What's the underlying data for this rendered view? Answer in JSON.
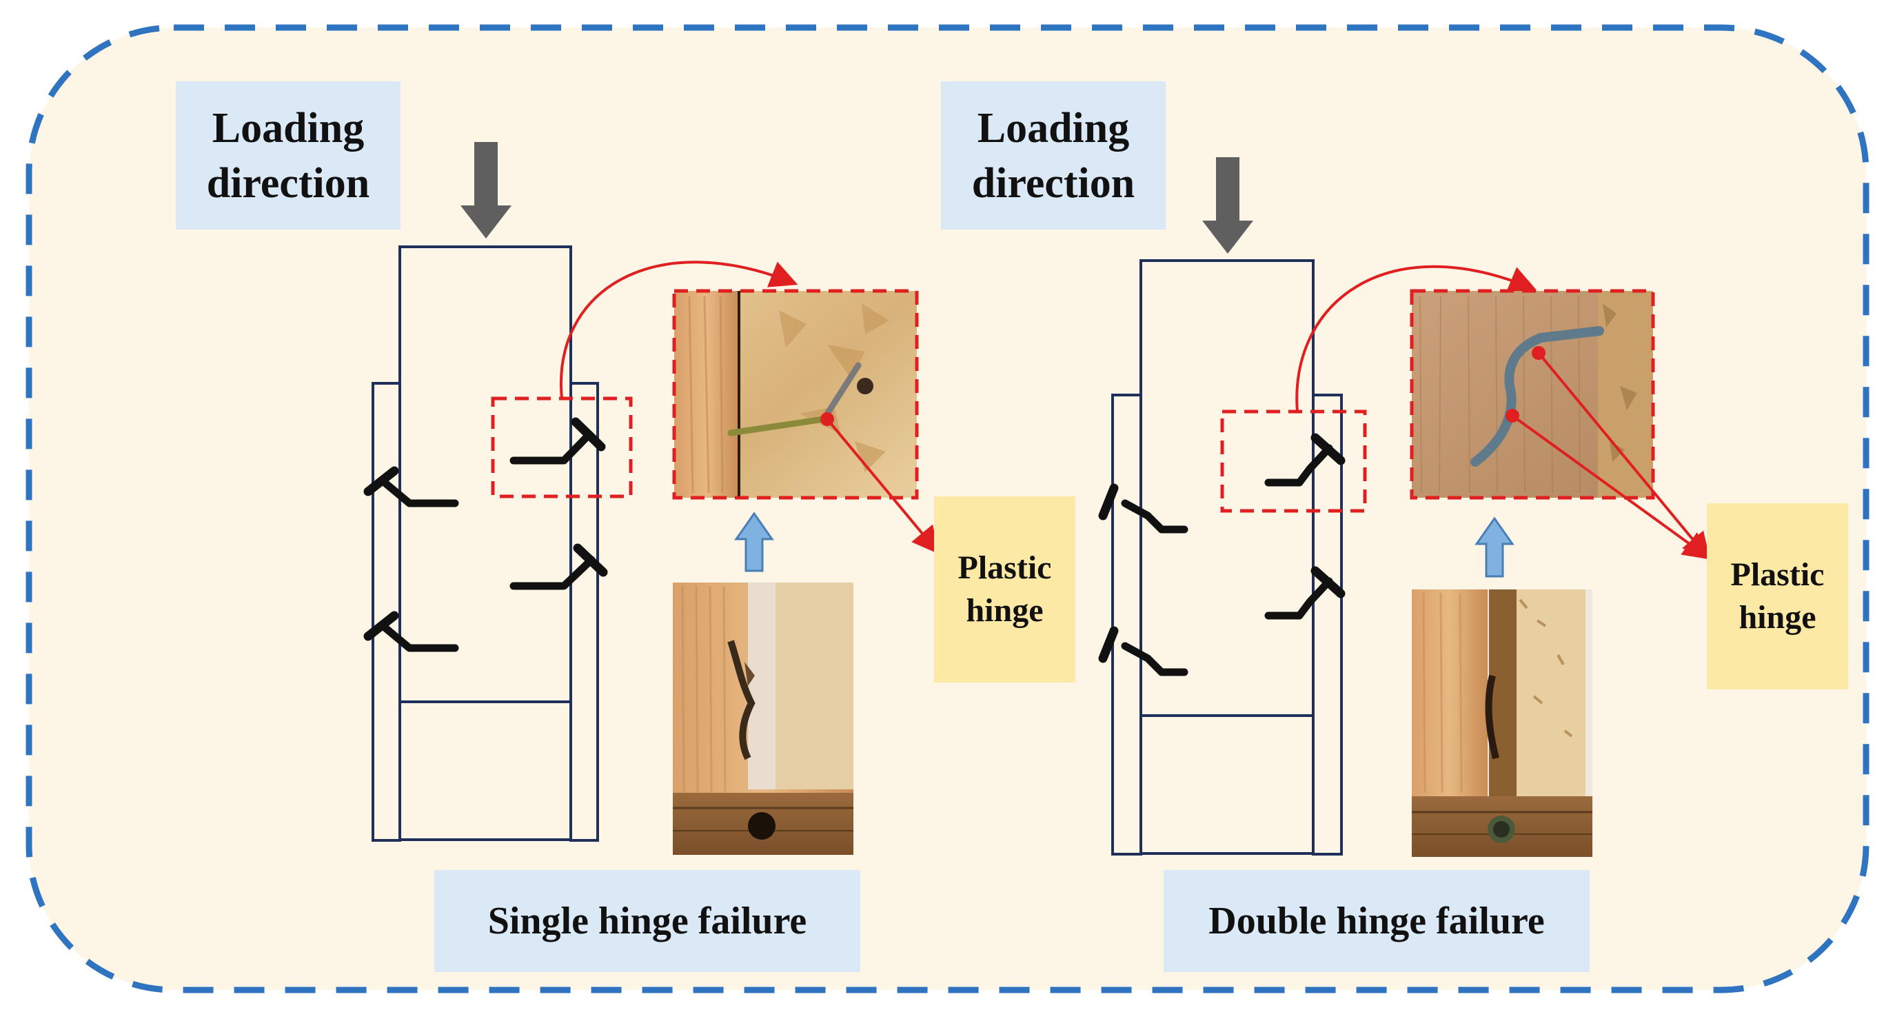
{
  "panels": [
    {
      "loading_label": [
        "Loading",
        "direction"
      ],
      "caption": "Single hinge failure",
      "plastic_label": [
        "Plastic",
        "hinge"
      ],
      "failure_mode": "single"
    },
    {
      "loading_label": [
        "Loading",
        "direction"
      ],
      "caption": "Double hinge failure",
      "plastic_label": [
        "Plastic",
        "hinge"
      ],
      "failure_mode": "double"
    }
  ],
  "colors": {
    "frame_dash": "#2f74c0",
    "background": "#fdf6e7",
    "label_fill": "#dbe9f6",
    "plastic_fill": "#fde9a6",
    "callout": "#e02020",
    "member_outline": "#1f2f5a",
    "loading_arrow": "#5f5f5f",
    "photo_arrow": "#7fb2e0"
  }
}
